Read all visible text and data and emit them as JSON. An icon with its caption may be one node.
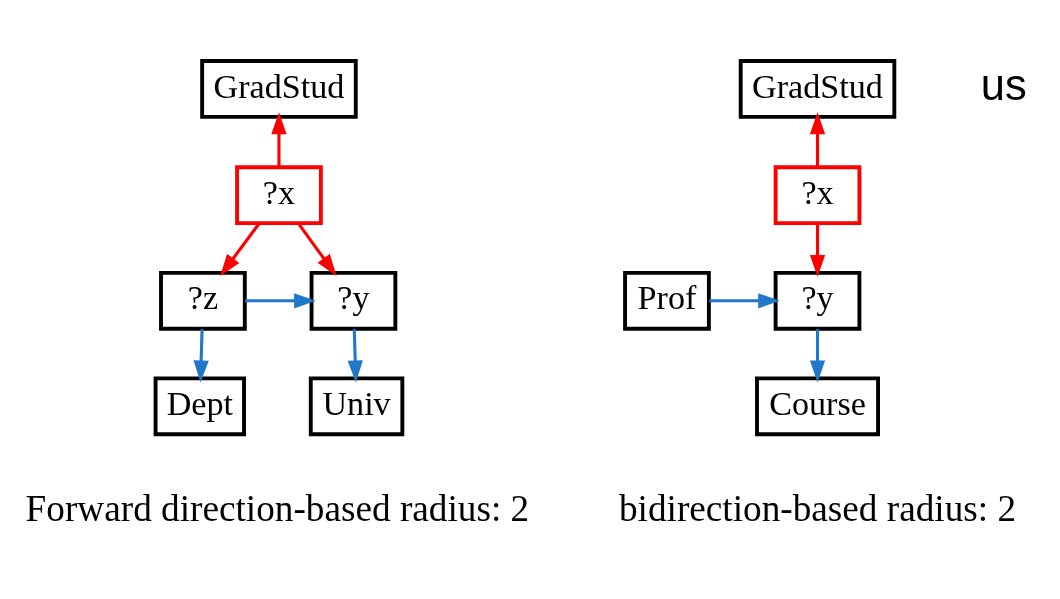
{
  "diagram": {
    "nodes": [
      {
        "text": [
          "GradStud"
        ]
      },
      {
        "text": [
          "?x"
        ]
      },
      {
        "text": [
          "?y"
        ]
      },
      {
        "text": [
          "?z"
        ]
      },
      {
        "text": [
          "Univ"
        ]
      },
      {
        "text": [
          "Dept"
        ]
      },
      {
        "text": [
          "GradStud"
        ]
      },
      {
        "text": [
          "?x"
        ]
      },
      {
        "text": [
          "?y"
        ]
      },
      {
        "text": [
          "Prof"
        ]
      },
      {
        "text": [
          "Course"
        ]
      }
    ],
    "edges": [
      {
        "from": 1,
        "to": 0,
        "arrow": "to",
        "color": "#ff0000"
      },
      {
        "from": 1,
        "to": 2,
        "arrow": "to",
        "color": "#ff0000"
      },
      {
        "from": 1,
        "to": 3,
        "arrow": "to",
        "color": "#ff0000"
      },
      {
        "from": 3,
        "to": 2,
        "arrow": "to",
        "color": "#1f78c8"
      },
      {
        "from": 2,
        "to": 4,
        "arrow": "to",
        "color": "#1f78c8"
      },
      {
        "from": 3,
        "to": 5,
        "arrow": "to",
        "color": "#1f78c8"
      },
      {
        "from": 7,
        "to": 6,
        "arrow": "to",
        "color": "#ff0000"
      },
      {
        "from": 7,
        "to": 8,
        "arrow": "to",
        "color": "#ff0000"
      },
      {
        "from": 9,
        "to": 8,
        "arrow": "to",
        "color": "#1f78c8"
      },
      {
        "from": 8,
        "to": 10,
        "arrow": "to",
        "color": "#1f78c8"
      }
    ],
    "labels": [
      "us",
      "Forward direction-based radius: 2",
      "bidirection-based radius: 2"
    ]
  }
}
